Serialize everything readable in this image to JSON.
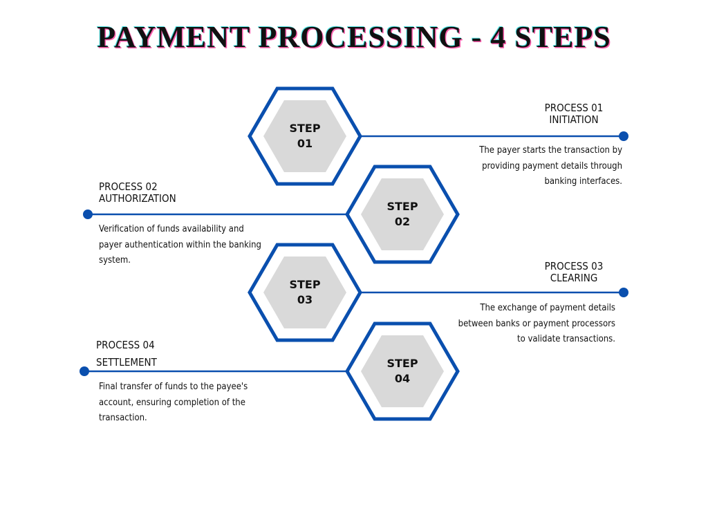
{
  "title": "PAYMENT PROCESSING - 4 STEPS",
  "colors": {
    "accent": "#0a4fae",
    "hex_fill": "#d9d9d9",
    "text": "#111111",
    "background": "#ffffff"
  },
  "steps": [
    {
      "label_1": "STEP",
      "label_2": "01",
      "process": "PROCESS 01",
      "name": "INITIATION",
      "description": "The payer starts the transaction by providing payment details through banking interfaces."
    },
    {
      "label_1": "STEP",
      "label_2": "02",
      "process": "PROCESS 02",
      "name": "AUTHORIZATION",
      "description": "Verification of funds availability and payer authentication within the banking system."
    },
    {
      "label_1": "STEP",
      "label_2": "03",
      "process": "PROCESS 03",
      "name": "CLEARING",
      "description": "The exchange of payment details between banks or payment processors to validate transactions."
    },
    {
      "label_1": "STEP",
      "label_2": "04",
      "process": "PROCESS 04",
      "name": "SETTLEMENT",
      "description": "Final transfer of funds to the payee's account, ensuring completion of the transaction."
    }
  ]
}
